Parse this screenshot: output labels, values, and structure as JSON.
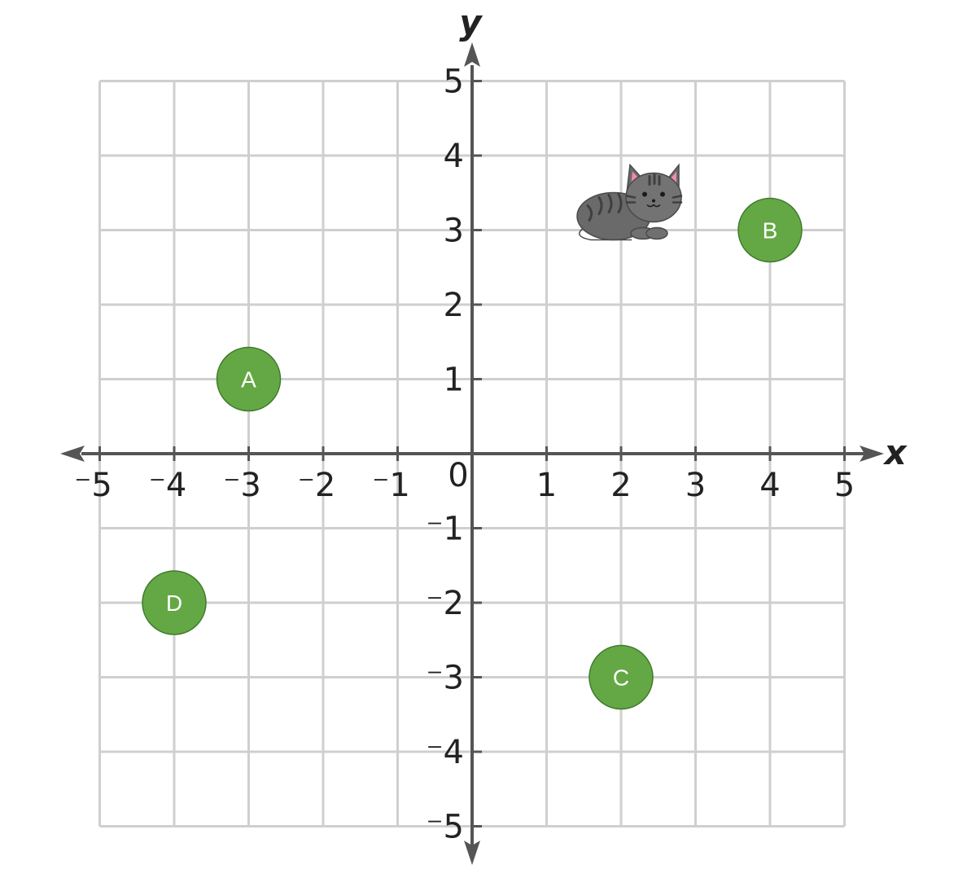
{
  "plane": {
    "x_axis_label": "x",
    "y_axis_label": "y",
    "x_range": [
      -5,
      5
    ],
    "y_range": [
      -5,
      5
    ],
    "origin_label": "0",
    "x_ticks": [
      {
        "value": -5,
        "label": "⁻5"
      },
      {
        "value": -4,
        "label": "⁻4"
      },
      {
        "value": -3,
        "label": "⁻3"
      },
      {
        "value": -2,
        "label": "⁻2"
      },
      {
        "value": -1,
        "label": "⁻1"
      },
      {
        "value": 1,
        "label": "1"
      },
      {
        "value": 2,
        "label": "2"
      },
      {
        "value": 3,
        "label": "3"
      },
      {
        "value": 4,
        "label": "4"
      },
      {
        "value": 5,
        "label": "5"
      }
    ],
    "y_ticks": [
      {
        "value": 5,
        "label": "5"
      },
      {
        "value": 4,
        "label": "4"
      },
      {
        "value": 3,
        "label": "3"
      },
      {
        "value": 2,
        "label": "2"
      },
      {
        "value": 1,
        "label": "1"
      },
      {
        "value": -1,
        "label": "⁻1"
      },
      {
        "value": -2,
        "label": "⁻2"
      },
      {
        "value": -3,
        "label": "⁻3"
      },
      {
        "value": -4,
        "label": "⁻4"
      },
      {
        "value": -5,
        "label": "⁻5"
      }
    ],
    "grid": true,
    "colors": {
      "grid": "#cfcfcf",
      "axis": "#555555",
      "point_fill": "#63a844",
      "point_text": "#ffffff"
    }
  },
  "points": [
    {
      "label": "A",
      "x": -3,
      "y": 1
    },
    {
      "label": "B",
      "x": 4,
      "y": 3
    },
    {
      "label": "C",
      "x": 2,
      "y": -3
    },
    {
      "label": "D",
      "x": -4,
      "y": -2
    }
  ],
  "cat": {
    "icon": "cat-icon",
    "x": 2,
    "y": 3
  }
}
